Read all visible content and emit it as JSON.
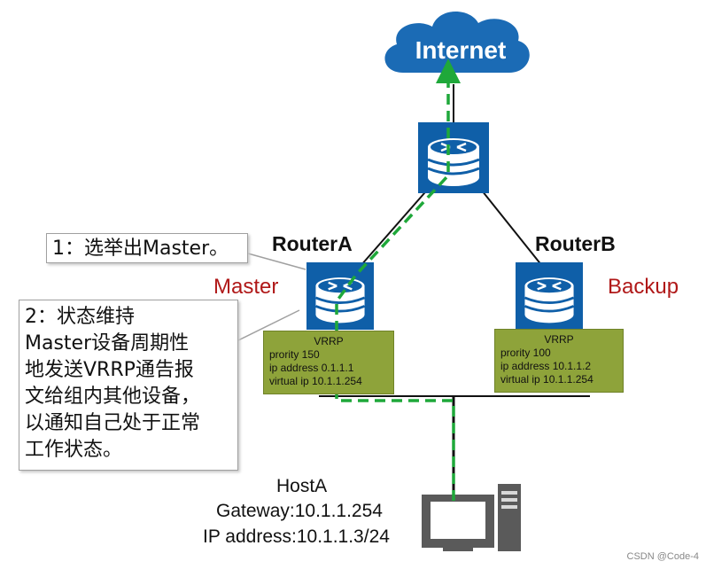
{
  "cloud": {
    "label": "Internet"
  },
  "routers": {
    "a": {
      "name": "RouterA",
      "role": "Master",
      "vrrp": {
        "header": "VRRP",
        "priority": "prority 150",
        "ip": "ip address   0.1.1.1",
        "vip": "virtual ip 10.1.1.254"
      }
    },
    "b": {
      "name": "RouterB",
      "role": "Backup",
      "vrrp": {
        "header": "VRRP",
        "priority": "prority 100",
        "ip": "ip address 10.1.1.2",
        "vip": "virtual ip 10.1.1.254"
      }
    }
  },
  "callouts": {
    "step1": "1：选举出Master。",
    "step2": "2：状态维持\nMaster设备周期性\n地发送VRRP通告报\n文给组内其他设备，\n以通知自己处于正常\n工作状态。"
  },
  "host": {
    "title": "HostA",
    "gateway": "Gateway:10.1.1.254",
    "ip": "IP address:10.1.1.3/24"
  },
  "watermark": "CSDN @Code-4",
  "colors": {
    "router_blue": "#0f5fa8",
    "path_green": "#1fa83a",
    "vrrp_green": "#8ea33a",
    "role_red": "#b01818",
    "cloud_blue": "#1b6bb5"
  },
  "icons": {
    "cloud": "cloud-icon",
    "router": "router-icon",
    "host": "pc-icon"
  }
}
